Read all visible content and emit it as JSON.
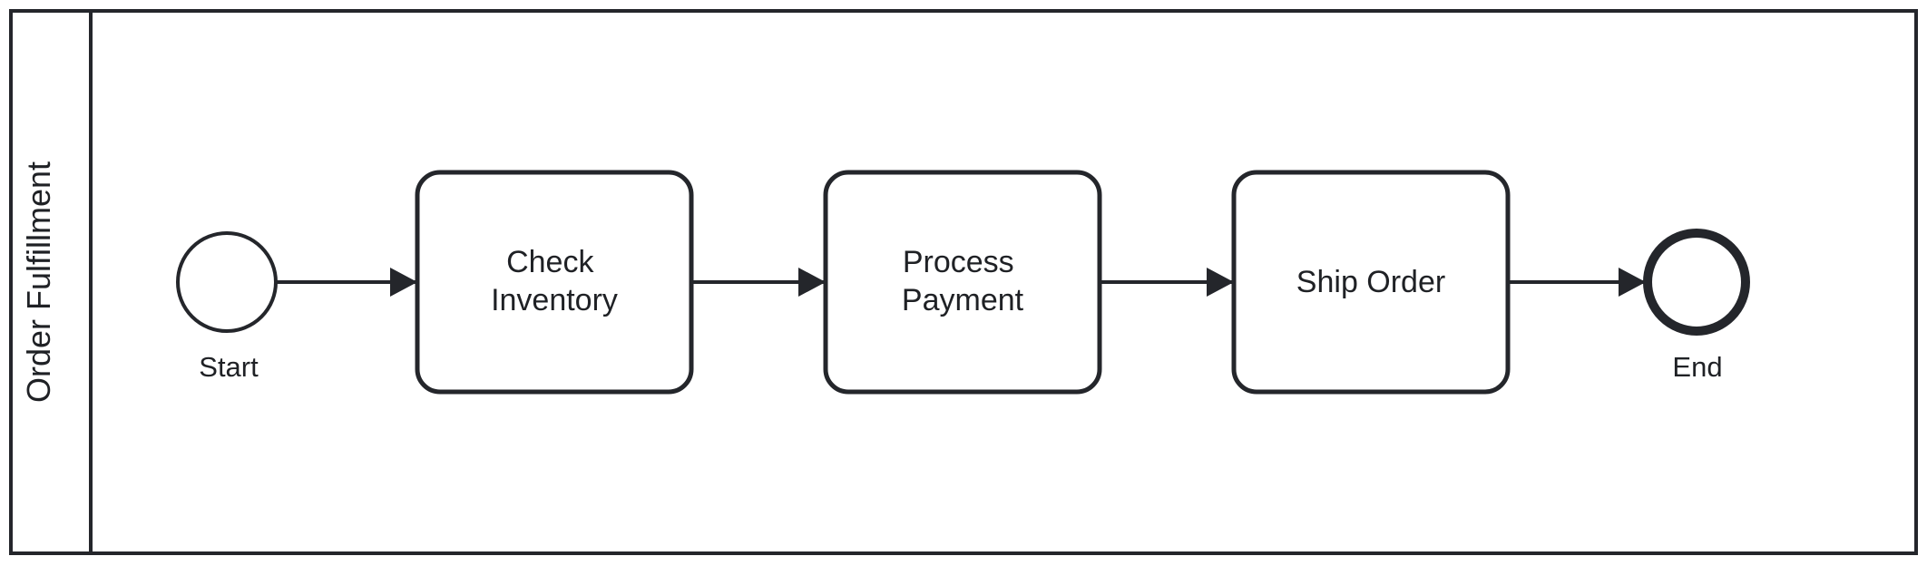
{
  "pool": {
    "lane_label": "Order Fulfillment"
  },
  "events": {
    "start": {
      "label": "Start"
    },
    "end": {
      "label": "End"
    }
  },
  "tasks": [
    {
      "line1": "Check",
      "line2": "Inventory"
    },
    {
      "line1": "Process",
      "line2": "Payment"
    },
    {
      "line1": "Ship Order",
      "line2": ""
    }
  ],
  "colors": {
    "stroke": "#24262b",
    "background": "#ffffff",
    "text": "#1f2125"
  }
}
